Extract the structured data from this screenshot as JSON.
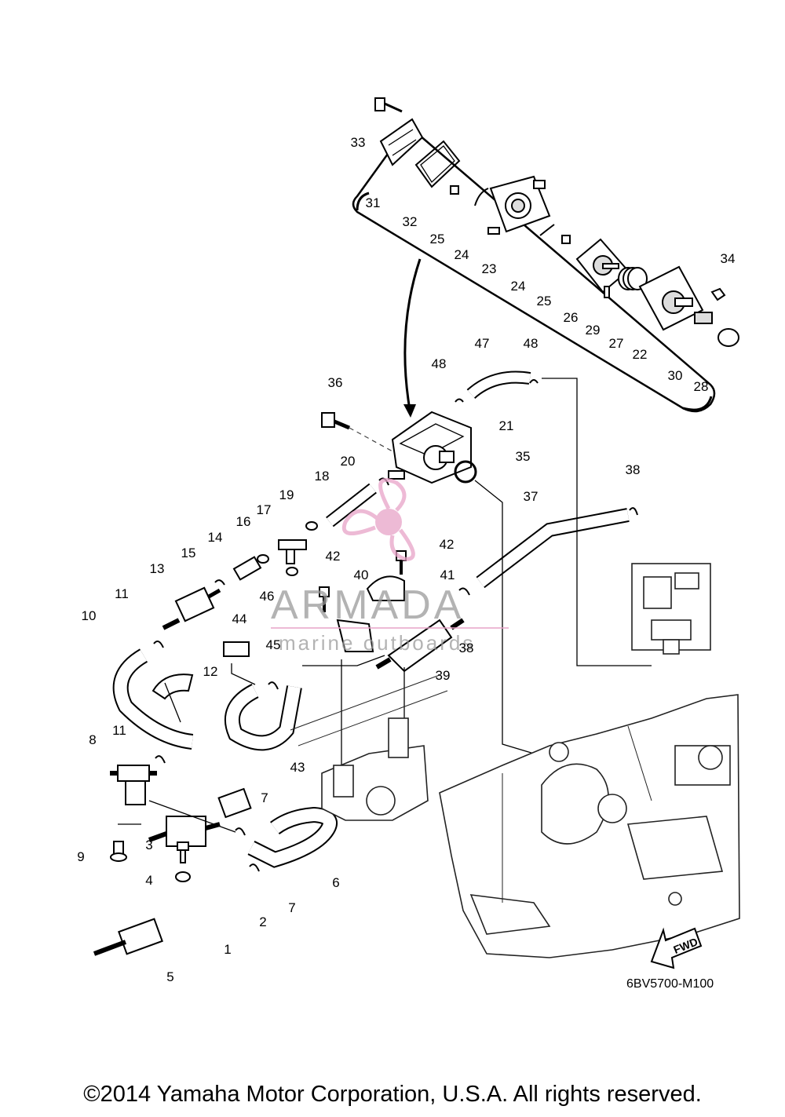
{
  "diagram_code": "6BV5700-M100",
  "copyright": "©2014 Yamaha Motor Corporation, U.S.A. All rights reserved.",
  "watermark": {
    "line1": "ARMADA",
    "line2": "marine outboards",
    "color": "#e8a3c8"
  },
  "fwd_label": "FWD",
  "callouts": [
    {
      "n": "1"
    },
    {
      "n": "2"
    },
    {
      "n": "3"
    },
    {
      "n": "4"
    },
    {
      "n": "5"
    },
    {
      "n": "6"
    },
    {
      "n": "7"
    },
    {
      "n": "7"
    },
    {
      "n": "8"
    },
    {
      "n": "9"
    },
    {
      "n": "10"
    },
    {
      "n": "11"
    },
    {
      "n": "11"
    },
    {
      "n": "12"
    },
    {
      "n": "13"
    },
    {
      "n": "14"
    },
    {
      "n": "15"
    },
    {
      "n": "16"
    },
    {
      "n": "17"
    },
    {
      "n": "18"
    },
    {
      "n": "19"
    },
    {
      "n": "20"
    },
    {
      "n": "21"
    },
    {
      "n": "22"
    },
    {
      "n": "23"
    },
    {
      "n": "24"
    },
    {
      "n": "24"
    },
    {
      "n": "25"
    },
    {
      "n": "25"
    },
    {
      "n": "26"
    },
    {
      "n": "27"
    },
    {
      "n": "28"
    },
    {
      "n": "29"
    },
    {
      "n": "30"
    },
    {
      "n": "31"
    },
    {
      "n": "32"
    },
    {
      "n": "33"
    },
    {
      "n": "34"
    },
    {
      "n": "35"
    },
    {
      "n": "36"
    },
    {
      "n": "37"
    },
    {
      "n": "38"
    },
    {
      "n": "38"
    },
    {
      "n": "39"
    },
    {
      "n": "40"
    },
    {
      "n": "41"
    },
    {
      "n": "42"
    },
    {
      "n": "42"
    },
    {
      "n": "43"
    },
    {
      "n": "44"
    },
    {
      "n": "45"
    },
    {
      "n": "46"
    },
    {
      "n": "47"
    },
    {
      "n": "48"
    },
    {
      "n": "48"
    }
  ]
}
